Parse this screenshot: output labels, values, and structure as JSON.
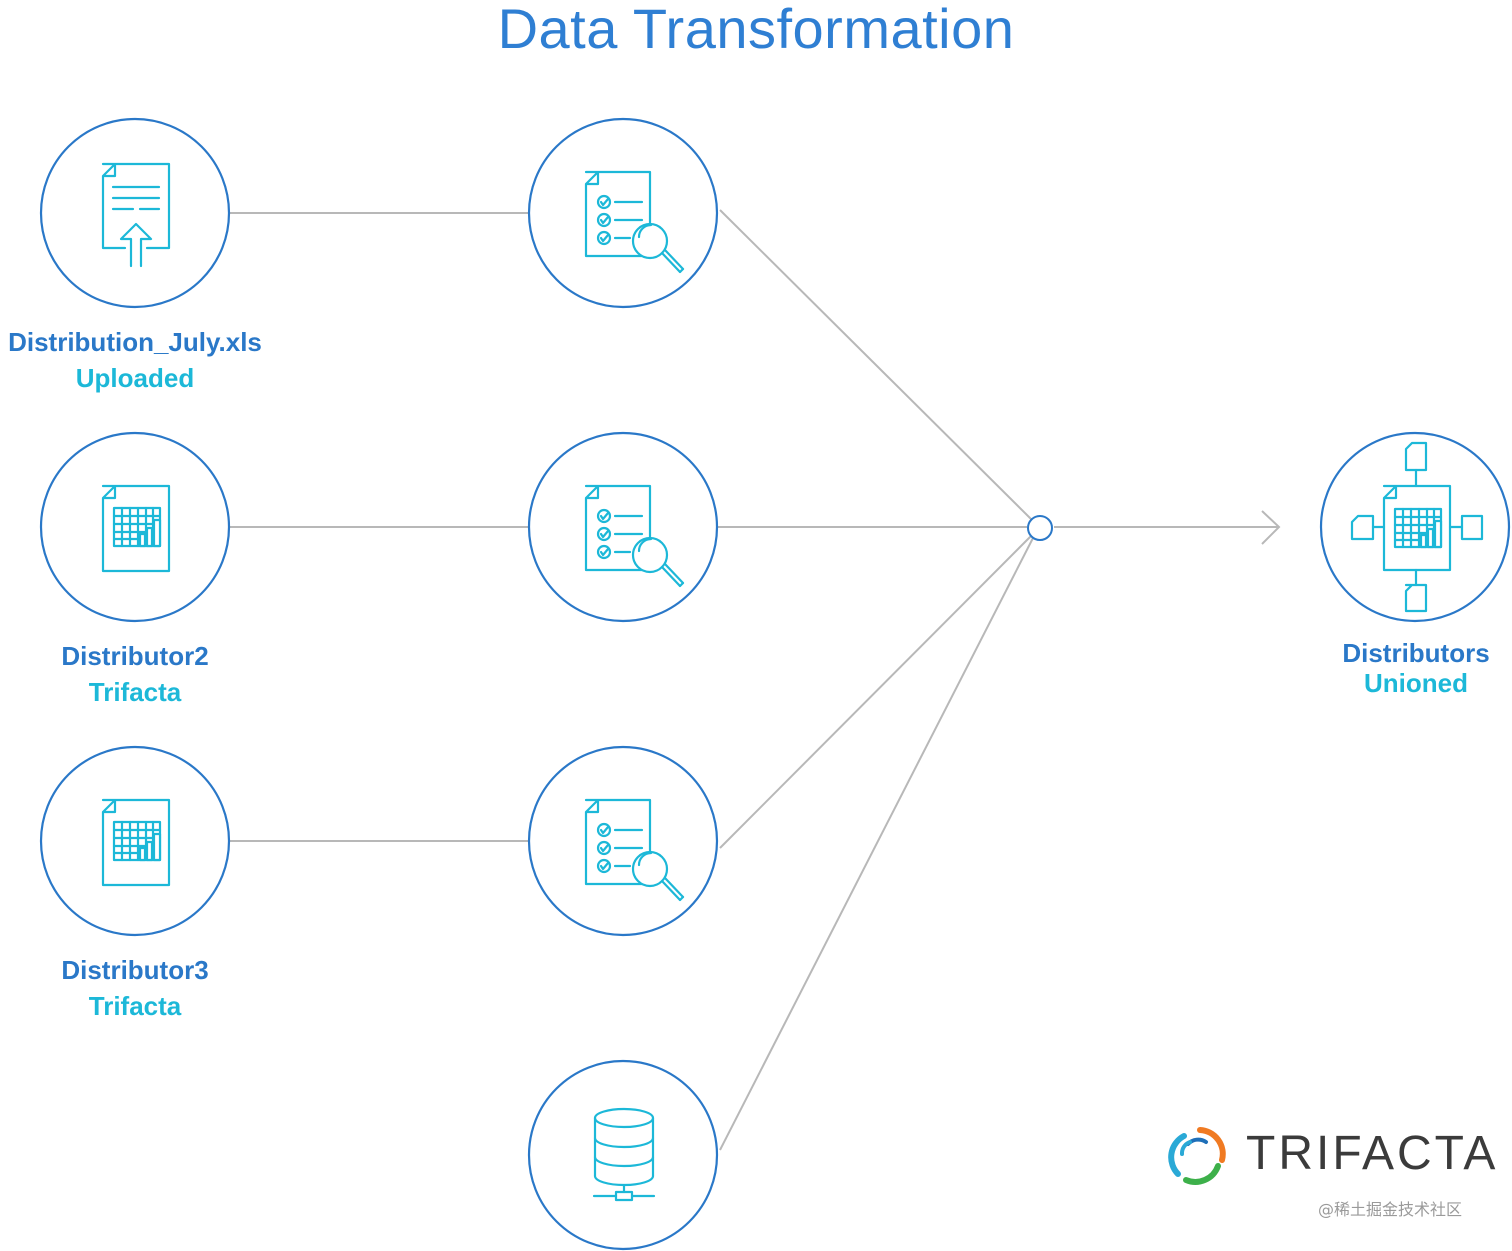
{
  "title": "Data Transformation",
  "nodes": {
    "source1": {
      "name": "Distribution_July.xls",
      "sub": "Uploaded"
    },
    "source2": {
      "name": "Distributor2",
      "sub": "Trifacta"
    },
    "source3": {
      "name": "Distributor3",
      "sub": "Trifacta"
    },
    "output": {
      "name": "Distributors",
      "sub": "Unioned"
    }
  },
  "icons": {
    "source1": "upload-document-icon",
    "source2": "spreadsheet-document-icon",
    "source3": "spreadsheet-document-icon",
    "recipe1": "checklist-inspect-icon",
    "recipe2": "checklist-inspect-icon",
    "recipe3": "checklist-inspect-icon",
    "database": "database-icon",
    "join": "union-point-icon",
    "output": "unioned-dataset-icon"
  },
  "logo": {
    "text": "TRIFACTA"
  },
  "watermark": "@稀土掘金技术社区",
  "colors": {
    "circle_stroke": "#2a78c8",
    "icon_stroke": "#1cb8d8",
    "connector": "#b8b8b8",
    "label_primary": "#2a78c8",
    "label_secondary": "#1cb8d8"
  }
}
